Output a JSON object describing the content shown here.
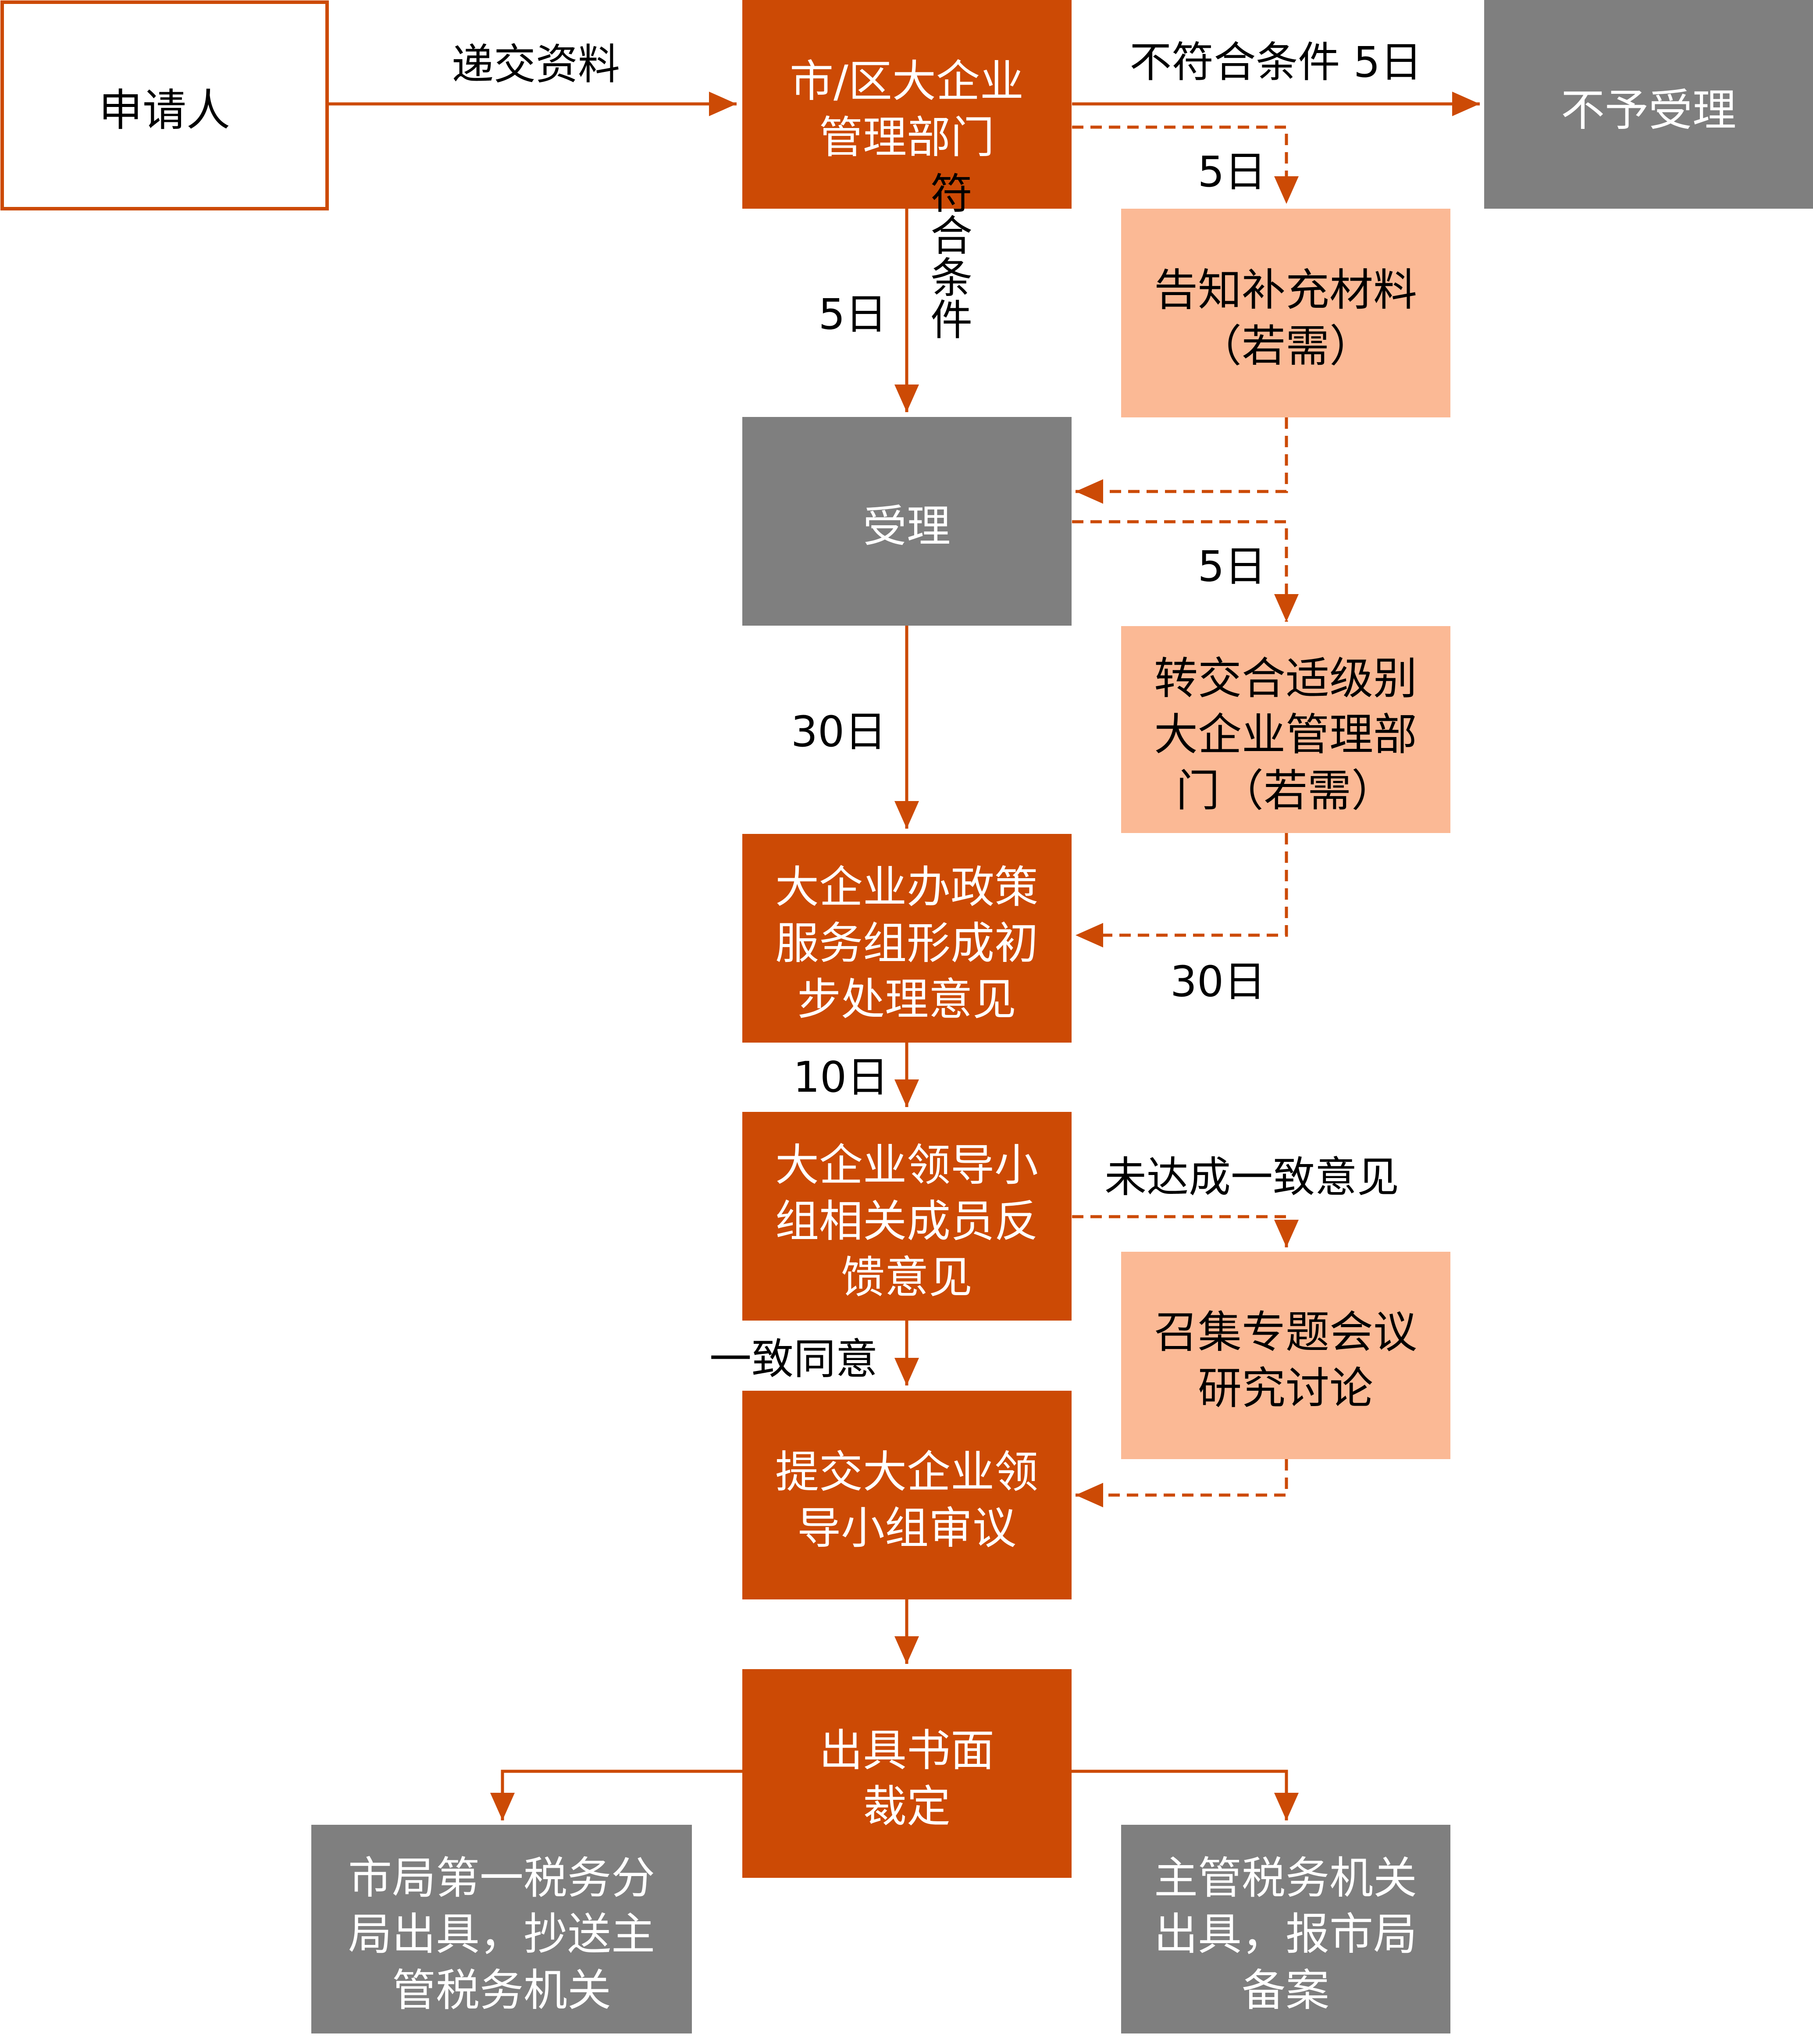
{
  "colors": {
    "primary": "#CC4A05",
    "light": "#FBB995",
    "gray": "#7F7F7F",
    "white": "#FFFFFF",
    "text_dark": "#000000",
    "arrow": "#CC4A05"
  },
  "nodes": {
    "applicant": {
      "lines": [
        "申请人"
      ]
    },
    "mgmt_dept": {
      "lines": [
        "市/区大企业",
        "管理部门"
      ]
    },
    "reject": {
      "lines": [
        "不予受理"
      ]
    },
    "notify_supplement": {
      "lines": [
        "告知补充材料",
        "（若需）"
      ]
    },
    "accept": {
      "lines": [
        "受理"
      ]
    },
    "transfer": {
      "lines": [
        "转交合适级别",
        "大企业管理部",
        "门（若需）"
      ]
    },
    "preliminary": {
      "lines": [
        "大企业办政策",
        "服务组形成初",
        "步处理意见"
      ]
    },
    "feedback": {
      "lines": [
        "大企业领导小",
        "组相关成员反",
        "馈意见"
      ]
    },
    "meeting": {
      "lines": [
        "召集专题会议",
        "研究讨论"
      ]
    },
    "submit": {
      "lines": [
        "提交大企业领",
        "导小组审议"
      ]
    },
    "ruling": {
      "lines": [
        "出具书面",
        "裁定"
      ]
    },
    "city_bureau": {
      "lines": [
        "市局第一税务分",
        "局出具，抄送主",
        "管税务机关"
      ]
    },
    "tax_authority": {
      "lines": [
        "主管税务机关",
        "出具，报市局",
        "备案"
      ]
    }
  },
  "labels": {
    "submit_materials": "递交资料",
    "not_eligible_5days": "不符合条件 5日",
    "days5_a": "5日",
    "days5_b": "5日",
    "eligible_vertical": [
      "符",
      "合",
      "条",
      "件"
    ],
    "days5_c": "5日",
    "days30_a": "30日",
    "days30_b": "30日",
    "days10": "10日",
    "no_consensus": "未达成一致意见",
    "unanimous": "一致同意"
  }
}
